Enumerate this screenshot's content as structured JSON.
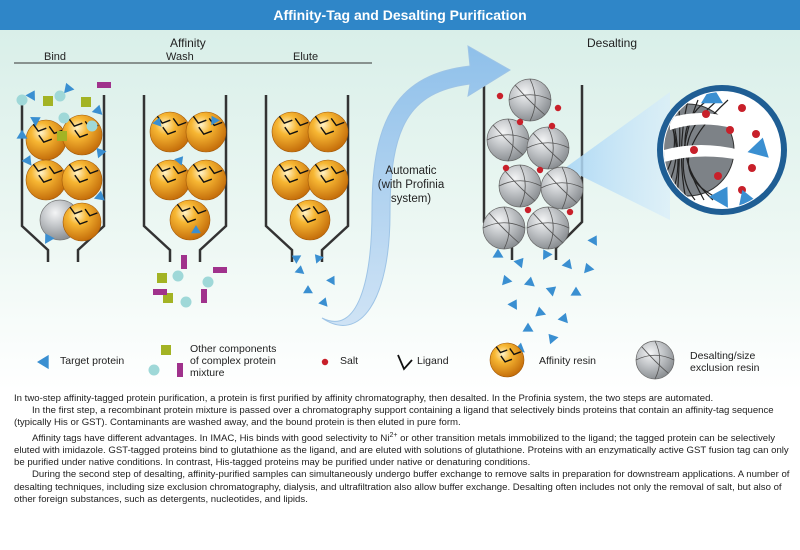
{
  "title": "Affinity-Tag and Desalting Purification",
  "affinity_label": "Affinity",
  "desalting_label": "Desalting",
  "steps": [
    "Bind",
    "Wash",
    "Elute"
  ],
  "arrow_label": [
    "Automatic",
    "(with Profinia",
    "system)"
  ],
  "legend": {
    "target_protein": "Target protein",
    "other_components": [
      "Other components",
      "of complex protein",
      "mixture"
    ],
    "salt": "Salt",
    "ligand": "Ligand",
    "affinity_resin": "Affinity resin",
    "desalting_resin": [
      "Desalting/size",
      "exclusion resin"
    ]
  },
  "colors": {
    "title_bar": "#2f86c8",
    "target_protein": "#3a8fd1",
    "salt": "#c8202a",
    "affinity_resin": "#f0a020",
    "desalting_resin": "#b8bcc0",
    "other_square": "#a3b324",
    "other_bar": "#a0328c",
    "other_circle": "#9fd8d8"
  },
  "text": {
    "p1": "In two-step affinity-tagged protein purification, a protein is first purified by affinity chromatography, then desalted. In the Profinia system, the two steps are automated.",
    "p2": "In the first step, a recombinant protein mixture is passed over a chromatography support containing a ligand that selectively binds proteins that contain an affinity-tag sequence (typically His or GST). Contaminants are washed away, and the bound protein is then eluted in pure form.",
    "p3a": "Affinity tags have different advantages. In IMAC, His binds with good selectivity to Ni",
    "p3sup": "2+",
    "p3b": " or other transition metals immobilized to the ligand; the tagged protein can be selectively eluted with imidazole. GST-tagged proteins bind to glutathione as the ligand, and are eluted with solutions of glutathione. Proteins with an enzymatically active GST fusion tag can only be purified under native conditions. In contrast, His-tagged proteins may be purified under native or denaturing conditions.",
    "p4": "During the second step of desalting, affinity-purified samples can simultaneously undergo buffer exchange to remove salts in preparation for downstream applications. A number of desalting techniques, including size exclusion chromatography, dialysis, and ultrafiltration also allow buffer exchange. Desalting often includes not only the removal of salt, but also of other foreign substances, such as detergents, nucleotides, and lipids."
  }
}
